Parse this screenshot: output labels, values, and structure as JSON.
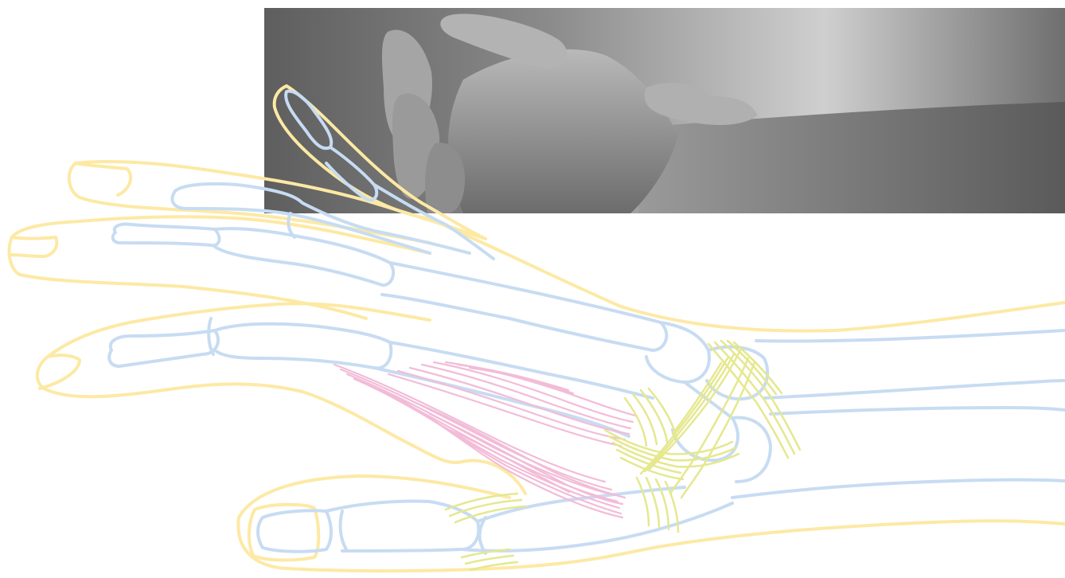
{
  "photo": {
    "subject": "hand-and-wrist-photo",
    "tone": "grayscale"
  },
  "illustration": {
    "subject": "hand-anatomy-line-drawing",
    "colors": {
      "skin_outline": "#fde9a4",
      "bones": "#c7dcf2",
      "muscle": "#f2bcd8",
      "ligaments": "#e5e88e",
      "background": "#ffffff"
    }
  }
}
